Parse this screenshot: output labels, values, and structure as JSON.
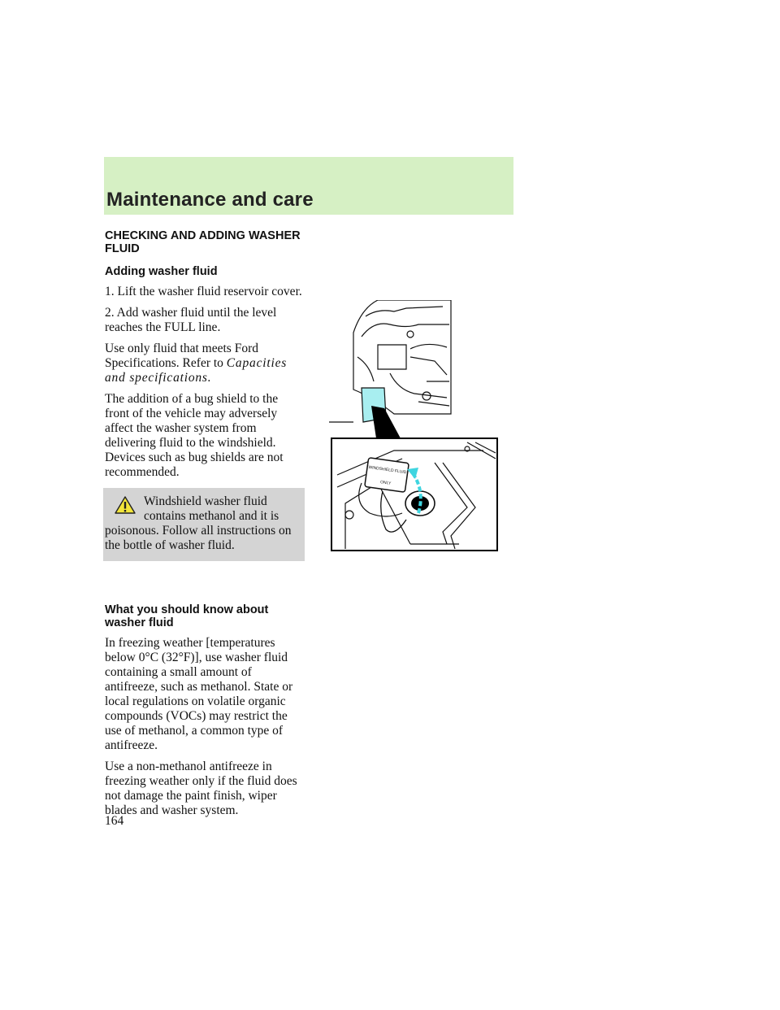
{
  "header": {
    "title": "Maintenance and care"
  },
  "section1": {
    "heading": "CHECKING AND ADDING WASHER FLUID",
    "subheading": "Adding washer fluid",
    "steps": [
      "1. Lift the washer fluid reservoir cover.",
      "2. Add washer fluid until the level reaches the FULL line."
    ],
    "spec_text": "Use only fluid that meets Ford Specifications. Refer to",
    "spec_ref": "Capacities and specifications.",
    "bug_shield": "The addition of a bug shield to the front of the vehicle may adversely affect the washer system from delivering fluid to the windshield. Devices such as bug shields are not recommended."
  },
  "warning": {
    "line1": "Windshield washer fluid",
    "line2": "contains methanol and it is",
    "rest": "poisonous. Follow all instructions on the bottle of washer fluid."
  },
  "section2": {
    "heading": "What you should know about washer fluid",
    "para1": "In freezing weather [temperatures below 0°C (32°F)], use washer fluid containing a small amount of antifreeze, such as methanol. State or local regulations on volatile organic compounds (VOCs) may restrict the use of methanol, a common type of antifreeze.",
    "para2": "Use a non-methanol antifreeze in freezing weather only if the fluid does not damage the paint finish, wiper blades and washer system."
  },
  "figure": {
    "cap_label_1": "WINDSHIELD FLUID",
    "cap_label_2": "ONLY"
  },
  "page_number": "164"
}
